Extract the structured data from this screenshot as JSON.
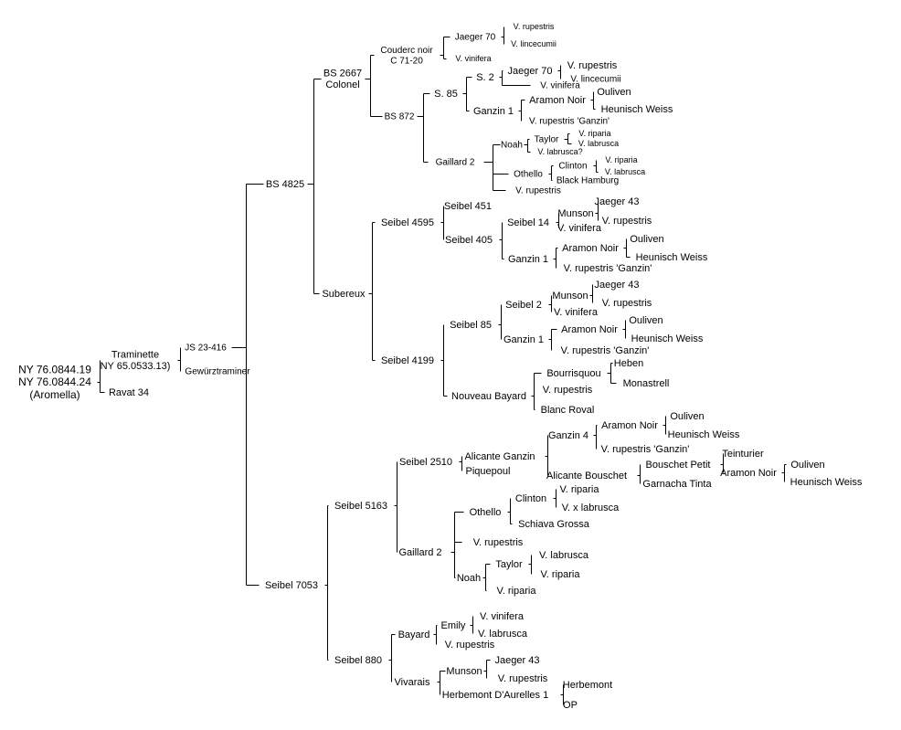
{
  "root": {
    "label_lines": [
      "NY 76.0844.19",
      "NY 76.0844.24",
      "(Aromella)"
    ],
    "parents": [
      {
        "label_lines": [
          "Traminette",
          "NY 65.0533.13)"
        ],
        "parents": [
          {
            "label": "JS 23-416",
            "parents": [
              {
                "label": "BS 4825",
                "parents": [
                  {
                    "label_lines": [
                      "BS 2667",
                      "Colonel"
                    ],
                    "parents": [
                      {
                        "label_lines": [
                          "Couderc noir",
                          "C 71-20"
                        ],
                        "parents": [
                          {
                            "label": "Jaeger 70",
                            "parents": [
                              {
                                "label": "V. rupestris"
                              },
                              {
                                "label": "V. lincecumii"
                              }
                            ]
                          },
                          {
                            "label": "V. vinifera"
                          }
                        ]
                      },
                      {
                        "label": "BS 872",
                        "parents": [
                          {
                            "label": "S. 85",
                            "parents": [
                              {
                                "label": "S. 2",
                                "parents": [
                                  {
                                    "label": "Jaeger 70",
                                    "parents": [
                                      {
                                        "label": "V. rupestris"
                                      },
                                      {
                                        "label": "V. lincecumii"
                                      }
                                    ]
                                  },
                                  {
                                    "label": "V. vinifera"
                                  }
                                ]
                              },
                              {
                                "label": "Ganzin 1",
                                "parents": [
                                  {
                                    "label": "Aramon Noir",
                                    "parents": [
                                      {
                                        "label": "Ouliven"
                                      },
                                      {
                                        "label": "Heunisch Weiss"
                                      }
                                    ]
                                  },
                                  {
                                    "label": "V. rupestris 'Ganzin'"
                                  }
                                ]
                              }
                            ]
                          },
                          {
                            "label": "Gaillard 2",
                            "parents": [
                              {
                                "label": "Noah",
                                "parents": [
                                  {
                                    "label": "Taylor",
                                    "parents": [
                                      {
                                        "label": "V. riparia"
                                      },
                                      {
                                        "label": "V. labrusca"
                                      }
                                    ]
                                  },
                                  {
                                    "label": "V. labrusca?"
                                  }
                                ]
                              },
                              {
                                "label": "Othello",
                                "parents": [
                                  {
                                    "label": "Clinton",
                                    "parents": [
                                      {
                                        "label": "V. riparia"
                                      },
                                      {
                                        "label": "V. labrusca"
                                      }
                                    ]
                                  },
                                  {
                                    "label": "Black Hamburg"
                                  }
                                ]
                              },
                              {
                                "label": "V. rupestris"
                              }
                            ]
                          }
                        ]
                      }
                    ]
                  },
                  {
                    "label": "Subereux",
                    "parents": [
                      {
                        "label": "Seibel 4595",
                        "parents": [
                          {
                            "label": "Seibel 451"
                          },
                          {
                            "label": "Seibel 405",
                            "parents": [
                              {
                                "label": "Seibel 14",
                                "parents": [
                                  {
                                    "label": "Munson",
                                    "parents": [
                                      {
                                        "label": "Jaeger 43"
                                      },
                                      {
                                        "label": "V. rupestris"
                                      }
                                    ]
                                  },
                                  {
                                    "label": "V. vinifera"
                                  }
                                ]
                              },
                              {
                                "label": "Ganzin 1",
                                "parents": [
                                  {
                                    "label": "Aramon Noir",
                                    "parents": [
                                      {
                                        "label": "Ouliven"
                                      },
                                      {
                                        "label": "Heunisch Weiss"
                                      }
                                    ]
                                  },
                                  {
                                    "label": "V. rupestris 'Ganzin'"
                                  }
                                ]
                              }
                            ]
                          }
                        ]
                      },
                      {
                        "label": "Seibel 4199",
                        "parents": [
                          {
                            "label": "Seibel 85",
                            "parents": [
                              {
                                "label": "Seibel 2",
                                "parents": [
                                  {
                                    "label": "Munson",
                                    "parents": [
                                      {
                                        "label": "Jaeger 43"
                                      },
                                      {
                                        "label": "V. rupestris"
                                      }
                                    ]
                                  },
                                  {
                                    "label": "V. vinifera"
                                  }
                                ]
                              },
                              {
                                "label": "Ganzin 1",
                                "parents": [
                                  {
                                    "label": "Aramon Noir",
                                    "parents": [
                                      {
                                        "label": "Ouliven"
                                      },
                                      {
                                        "label": "Heunisch Weiss"
                                      }
                                    ]
                                  },
                                  {
                                    "label": "V. rupestris 'Ganzin'"
                                  }
                                ]
                              }
                            ]
                          },
                          {
                            "label": "Nouveau Bayard",
                            "parents": [
                              {
                                "label": "Bourrisquou",
                                "parents": [
                                  {
                                    "label": "Heben"
                                  },
                                  {
                                    "label": "Monastrell"
                                  }
                                ]
                              },
                              {
                                "label": "V. rupestris"
                              },
                              {
                                "label": "Blanc Roval"
                              }
                            ]
                          }
                        ]
                      }
                    ]
                  }
                ]
              },
              {
                "label": "Seibel 7053",
                "parents": [
                  {
                    "label": "Seibel 5163",
                    "parents": [
                      {
                        "label": "Seibel 2510",
                        "parents": [
                          {
                            "label": "Alicante Ganzin",
                            "parents": [
                              {
                                "label": "Ganzin 4",
                                "parents": [
                                  {
                                    "label": "Aramon Noir",
                                    "parents": [
                                      {
                                        "label": "Ouliven"
                                      },
                                      {
                                        "label": "Heunisch Weiss"
                                      }
                                    ]
                                  },
                                  {
                                    "label": "V. rupestris 'Ganzin'"
                                  }
                                ]
                              },
                              {
                                "label": "Alicante Bouschet",
                                "parents": [
                                  {
                                    "label": "Bouschet Petit",
                                    "parents": [
                                      {
                                        "label": "Teinturier"
                                      },
                                      {
                                        "label": "Aramon Noir",
                                        "parents": [
                                          {
                                            "label": "Ouliven"
                                          },
                                          {
                                            "label": "Heunisch Weiss"
                                          }
                                        ]
                                      }
                                    ]
                                  },
                                  {
                                    "label": "Garnacha Tinta"
                                  }
                                ]
                              }
                            ]
                          },
                          {
                            "label": "Piquepoul"
                          }
                        ]
                      },
                      {
                        "label": "Gaillard 2",
                        "parents": [
                          {
                            "label": "Othello",
                            "parents": [
                              {
                                "label": "Clinton",
                                "parents": [
                                  {
                                    "label": "V. riparia"
                                  },
                                  {
                                    "label": "V. x labrusca"
                                  }
                                ]
                              },
                              {
                                "label": "Schiava Grossa"
                              }
                            ]
                          },
                          {
                            "label": "V. rupestris"
                          },
                          {
                            "label": "Noah",
                            "parents": [
                              {
                                "label": "Taylor",
                                "parents": [
                                  {
                                    "label": "V. labrusca"
                                  },
                                  {
                                    "label": "V. riparia"
                                  }
                                ]
                              },
                              {
                                "label": "V. riparia"
                              }
                            ]
                          }
                        ]
                      }
                    ]
                  },
                  {
                    "label": "Seibel 880",
                    "parents": [
                      {
                        "label": "Bayard",
                        "parents": [
                          {
                            "label": "Emily",
                            "parents": [
                              {
                                "label": "V. vinifera"
                              },
                              {
                                "label": "V. labrusca"
                              }
                            ]
                          },
                          {
                            "label": "V. rupestris"
                          }
                        ]
                      },
                      {
                        "label": "Vivarais",
                        "parents": [
                          {
                            "label": "Munson",
                            "parents": [
                              {
                                "label": "Jaeger 43"
                              },
                              {
                                "label": "V. rupestris"
                              }
                            ]
                          },
                          {
                            "label": "Herbemont D'Aurelles 1",
                            "parents": [
                              {
                                "label": "Herbemont"
                              },
                              {
                                "label": "OP"
                              }
                            ]
                          }
                        ]
                      }
                    ]
                  }
                ]
              }
            ]
          },
          {
            "label": "Gewürztraminer"
          }
        ]
      },
      {
        "label": "Ravat 34"
      }
    ]
  }
}
